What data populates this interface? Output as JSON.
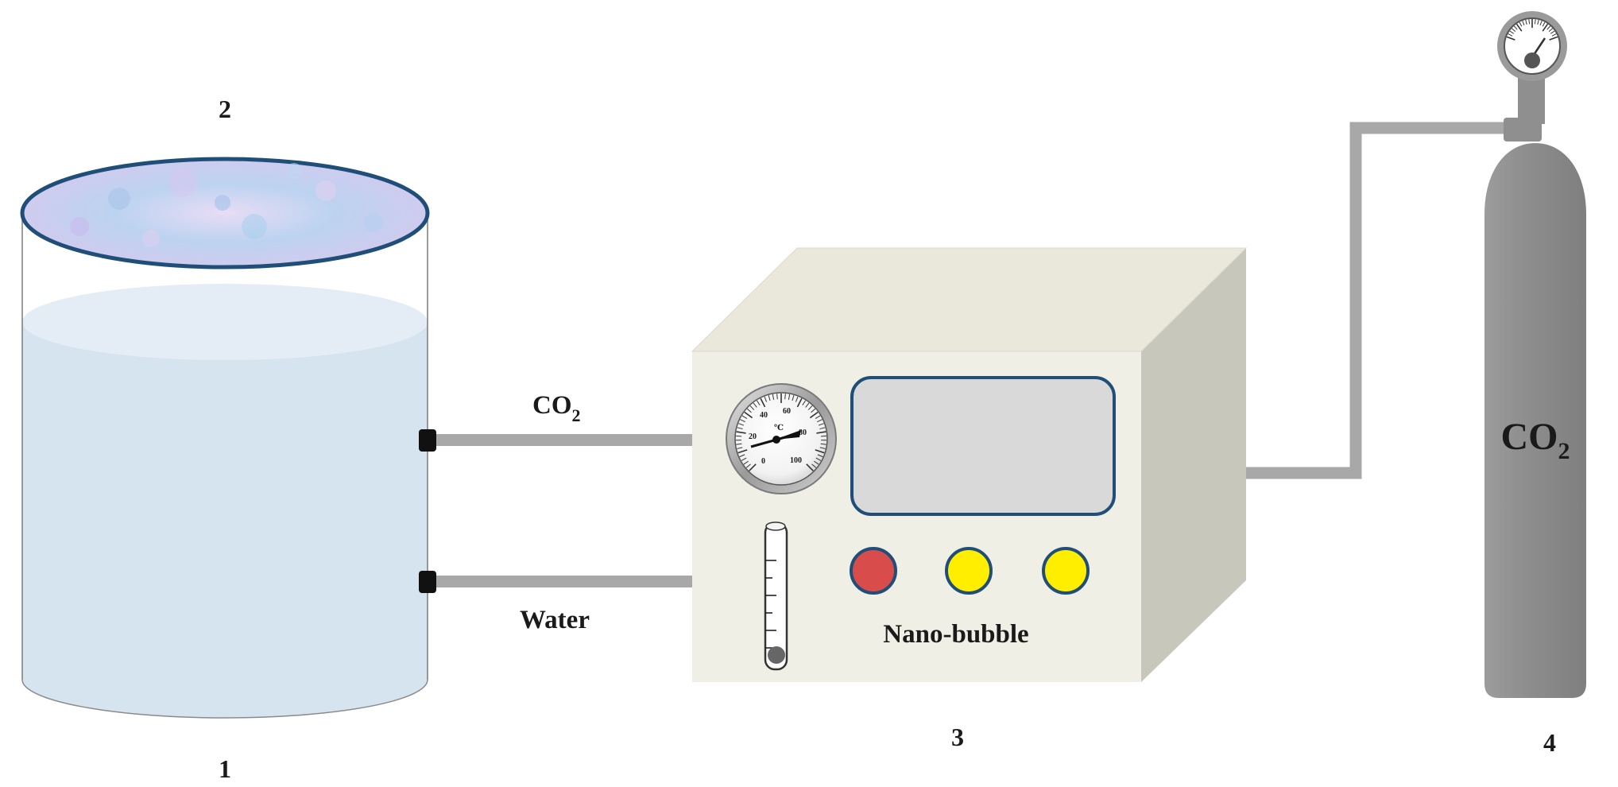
{
  "labels": {
    "n1": "1",
    "n2": "2",
    "n3": "3",
    "n4": "4"
  },
  "pipes": {
    "gas_main": "CO",
    "gas_sub": "2",
    "water": "Water"
  },
  "device": {
    "name": "Nano-bubble",
    "thermometer": {
      "unit": "℃",
      "scale": [
        "0",
        "20",
        "40",
        "60",
        "80",
        "100"
      ]
    },
    "buttons": [
      {
        "name": "red-button",
        "color": "#d94c4c"
      },
      {
        "name": "yellow-button-1",
        "color": "#ffee00"
      },
      {
        "name": "yellow-button-2",
        "color": "#ffee00"
      }
    ]
  },
  "cylinder": {
    "label_main": "CO",
    "label_sub": "2"
  },
  "colors": {
    "pipe": "#a8a8a8",
    "tank_water": "#d6e4f0",
    "tank_water_top": "#e4edf6",
    "device_front": "#f0efe6",
    "device_side": "#c8c7bc",
    "screen": "#d9d9d9",
    "outline_blue": "#1f4e79",
    "cylinder": "#8f8f8f"
  }
}
